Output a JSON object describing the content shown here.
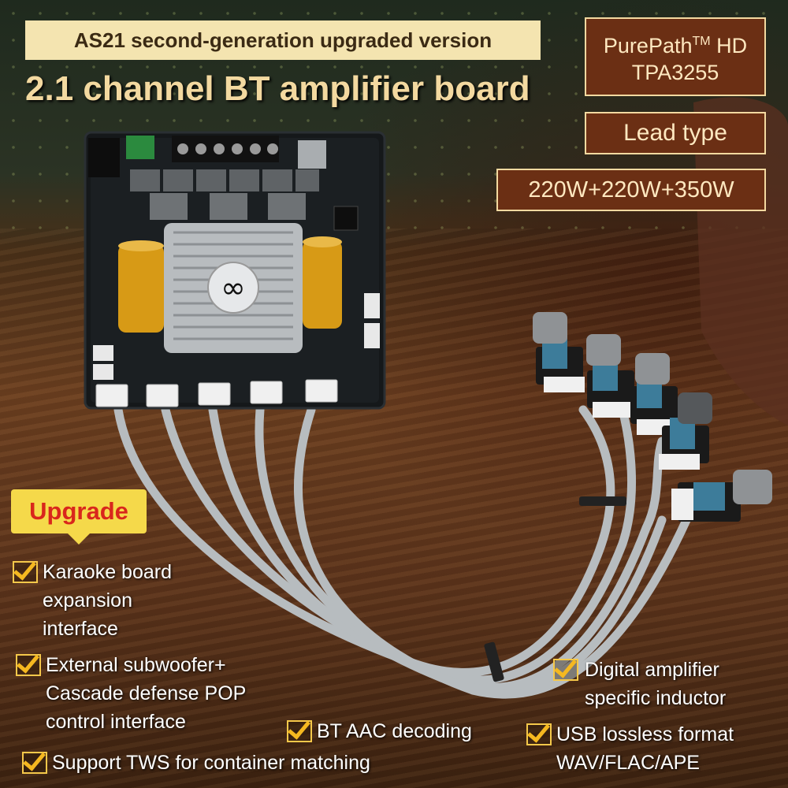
{
  "top_banner": "AS21 second-generation upgraded version",
  "headline": "2.1 channel BT amplifier board",
  "spec_boxes": {
    "chip_brand": "PurePath",
    "chip_tm": "TM",
    "chip_hd": " HD",
    "chip_model": "TPA3255",
    "lead_type": "Lead type",
    "power": "220W+220W+350W"
  },
  "upgrade_label": "Upgrade",
  "features": {
    "karaoke": [
      "Karaoke board",
      "expansion",
      "interface"
    ],
    "subwoofer": [
      "External subwoofer+",
      "Cascade defense POP",
      "control interface"
    ],
    "bt_aac": "BT AAC decoding",
    "tws": "Support TWS for container matching",
    "inductor": [
      "Digital amplifier",
      "specific inductor"
    ],
    "usb": [
      "USB lossless format",
      "WAV/FLAC/APE"
    ]
  },
  "board_logo": "∞",
  "colors": {
    "banner_bg": "#f4e4b0",
    "spec_bg": "#6b2f14",
    "upgrade_bg": "#f5d94a",
    "upgrade_text": "#d9261c",
    "check": "#f5b820"
  }
}
